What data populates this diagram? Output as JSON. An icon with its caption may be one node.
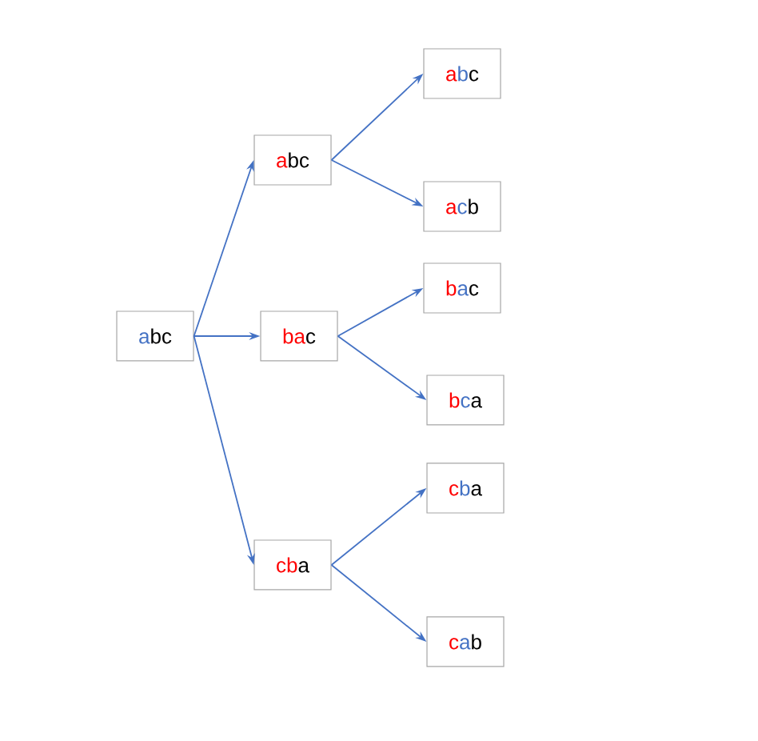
{
  "diagram": {
    "nodes": [
      {
        "text": [
          "abc"
        ]
      },
      {
        "text": [
          "abc"
        ]
      },
      {
        "text": [
          "bac"
        ]
      },
      {
        "text": [
          "cba"
        ]
      },
      {
        "text": [
          "abc"
        ]
      },
      {
        "text": [
          "acb"
        ]
      },
      {
        "text": [
          "bac"
        ]
      },
      {
        "text": [
          "bca"
        ]
      },
      {
        "text": [
          "cba"
        ]
      },
      {
        "text": [
          "cab"
        ]
      }
    ],
    "edges": [
      {
        "from": 0,
        "to": 1,
        "arrow": "to"
      },
      {
        "from": 0,
        "to": 2,
        "arrow": "to"
      },
      {
        "from": 0,
        "to": 3,
        "arrow": "to"
      },
      {
        "from": 1,
        "to": 4,
        "arrow": "to"
      },
      {
        "from": 1,
        "to": 5,
        "arrow": "to"
      },
      {
        "from": 2,
        "to": 6,
        "arrow": "to"
      },
      {
        "from": 2,
        "to": 7,
        "arrow": "to"
      },
      {
        "from": 3,
        "to": 8,
        "arrow": "to"
      },
      {
        "from": 3,
        "to": 9,
        "arrow": "to"
      }
    ]
  }
}
